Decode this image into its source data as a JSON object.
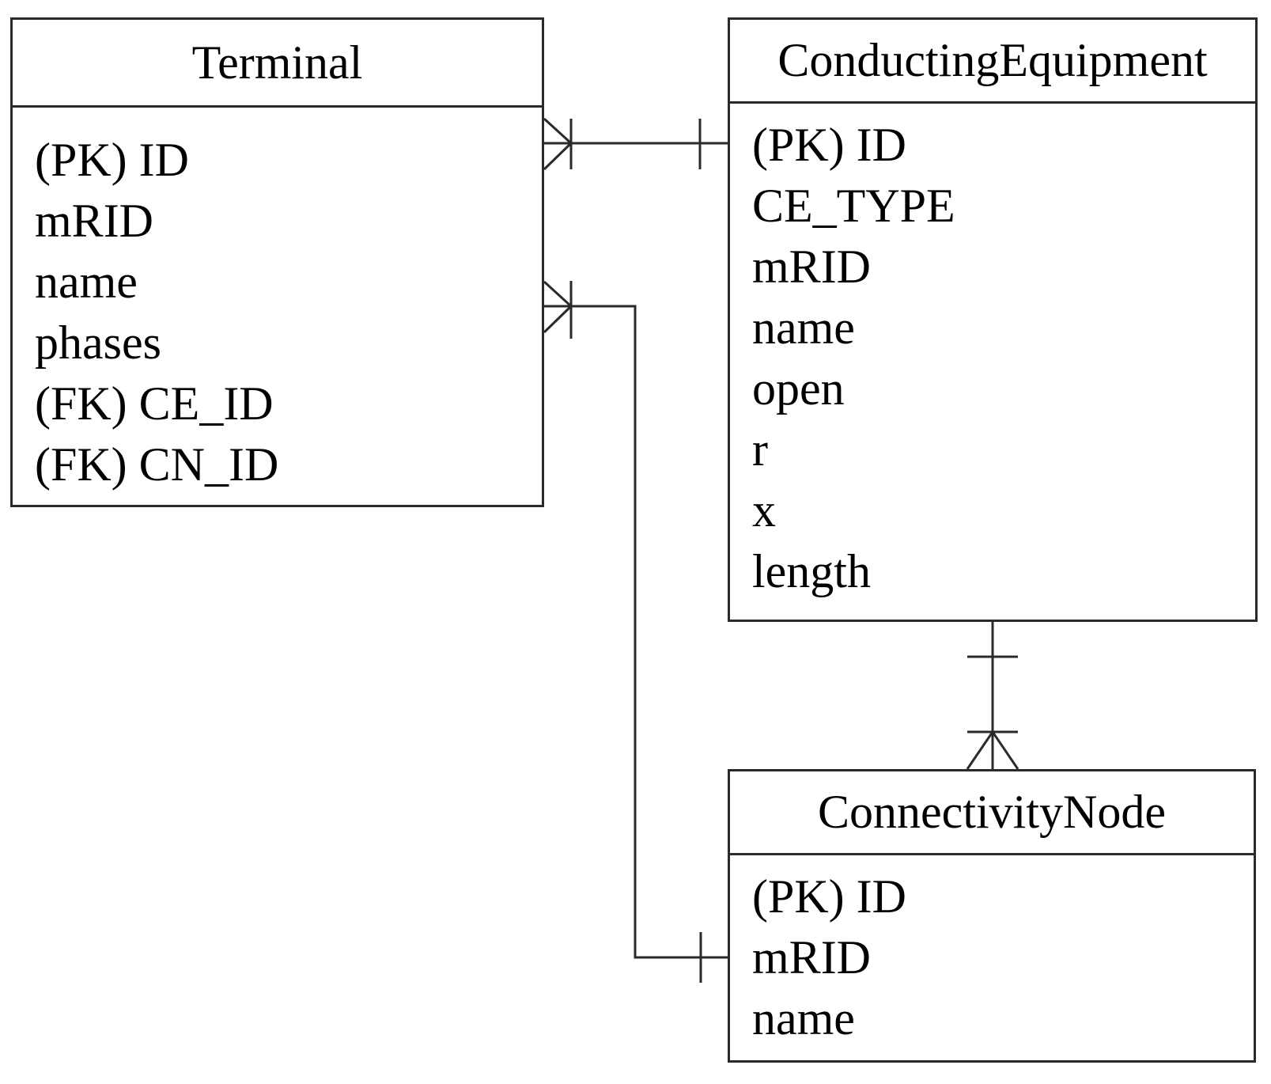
{
  "diagram": {
    "type": "entity-relationship",
    "colors": {
      "background": "#ffffff",
      "line": "#2a2a2a",
      "text": "#000000"
    },
    "entities": {
      "terminal": {
        "title": "Terminal",
        "fields": [
          "(PK) ID",
          "mRID",
          "name",
          "phases",
          "(FK) CE_ID",
          "(FK) CN_ID"
        ]
      },
      "conducting_equipment": {
        "title": "ConductingEquipment",
        "fields": [
          "(PK) ID",
          "CE_TYPE",
          "mRID",
          "name",
          "open",
          "r",
          "x",
          "length"
        ]
      },
      "connectivity_node": {
        "title": "ConnectivityNode",
        "fields": [
          "(PK) ID",
          "mRID",
          "name"
        ]
      }
    },
    "relationships": [
      {
        "from": "Terminal",
        "to": "ConductingEquipment",
        "from_end": "many (crow's foot with bar)",
        "to_end": "one (tick)"
      },
      {
        "from": "Terminal",
        "to": "ConnectivityNode",
        "from_end": "many (crow's foot with bar)",
        "to_end": "one (tick)"
      },
      {
        "from": "ConductingEquipment",
        "to": "ConnectivityNode",
        "from_end": "one (tick)",
        "to_end": "many (crow's foot with bar)"
      }
    ]
  }
}
